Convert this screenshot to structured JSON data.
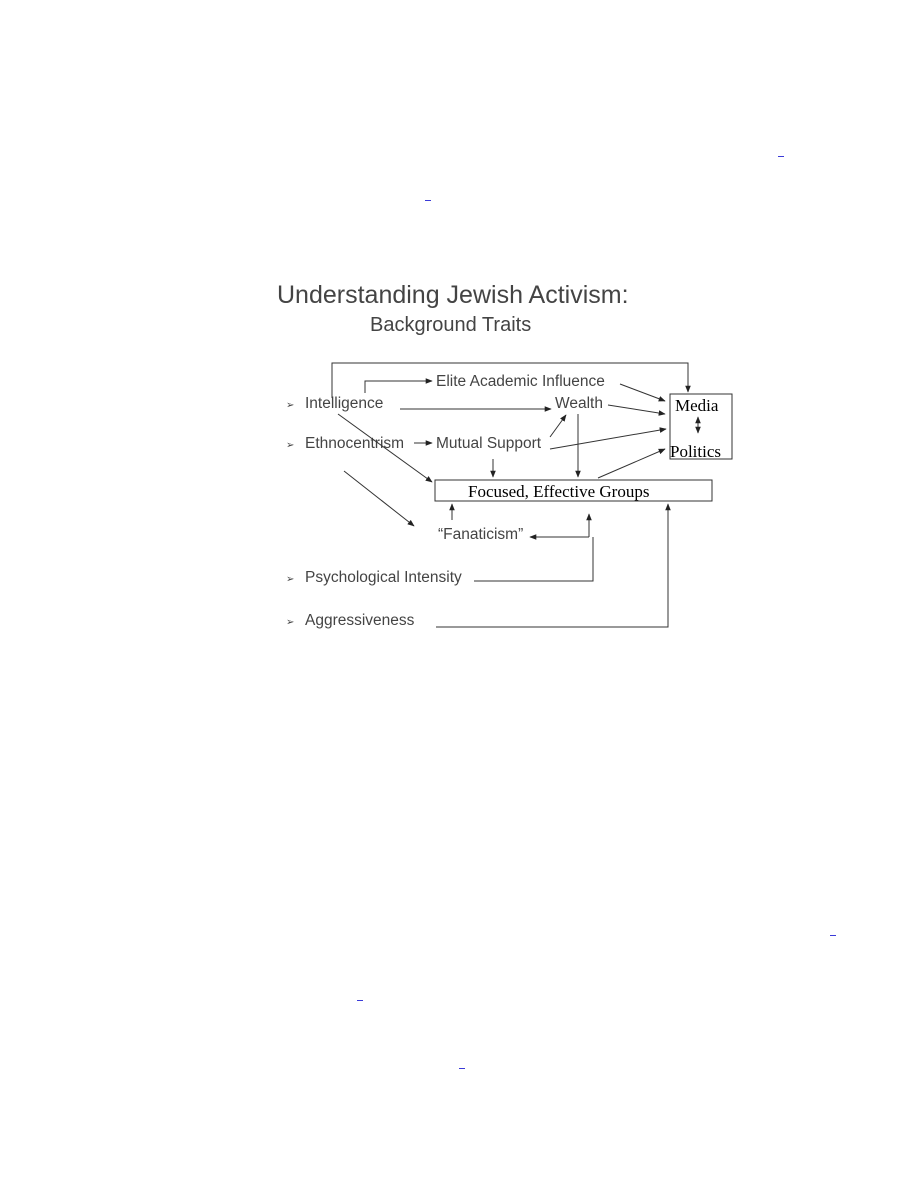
{
  "diagram": {
    "title": "Understanding Jewish Activism:",
    "subtitle": "Background Traits",
    "nodes": {
      "intelligence": "Intelligence",
      "ethnocentrism": "Ethnocentrism",
      "psych_intensity": "Psychological Intensity",
      "aggressiveness": "Aggressiveness",
      "elite": "Elite Academic Influence",
      "wealth": "Wealth",
      "mutual": "Mutual Support",
      "media": "Media",
      "politics": "Politics",
      "groups": "Focused, Effective Groups",
      "fanaticism": "“Fanaticism”"
    },
    "bullet_glyph": "➢"
  }
}
